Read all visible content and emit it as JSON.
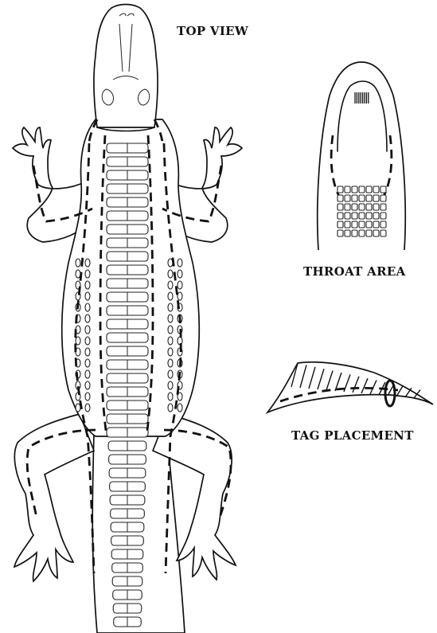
{
  "labels": {
    "top_view": "TOP VIEW",
    "throat_area": "THROAT AREA",
    "tag_placement": "TAG PLACEMENT"
  }
}
